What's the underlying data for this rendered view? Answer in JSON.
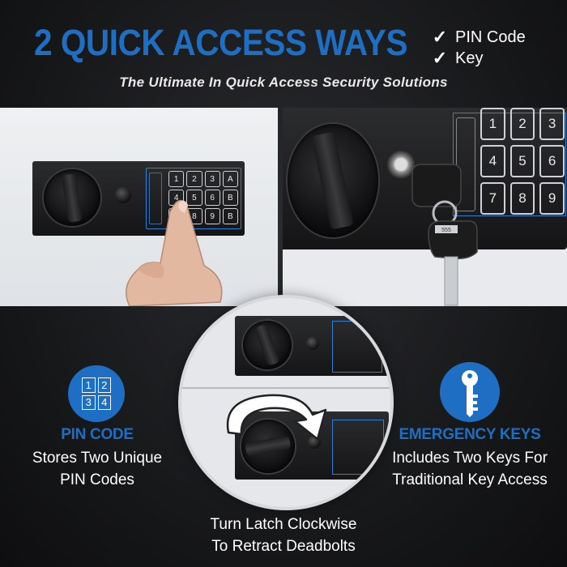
{
  "headline": "2 QUICK ACCESS WAYS",
  "checklist": [
    {
      "label": "PIN Code"
    },
    {
      "label": "Key"
    }
  ],
  "subtitle": "The Ultimate In Quick Access Security Solutions",
  "keypad_keys": [
    "1",
    "2",
    "3",
    "A",
    "4",
    "5",
    "6",
    "B",
    "7",
    "8",
    "9",
    "B"
  ],
  "right_keypad_keys": [
    "1",
    "2",
    "3",
    "4",
    "5",
    "6",
    "7",
    "8",
    "9"
  ],
  "key_tag_text": "555",
  "features": {
    "pin": {
      "title": "PIN CODE",
      "text_line1": "Stores Two Unique",
      "text_line2": "PIN Codes",
      "icon_digits": [
        "1",
        "2",
        "3",
        "4"
      ]
    },
    "keys": {
      "title": "EMERGENCY KEYS",
      "text_line1": "Includes Two Keys For",
      "text_line2": "Traditional Key Access"
    }
  },
  "caption": {
    "line1": "Turn Latch Clockwise",
    "line2": "To Retract Deadbolts"
  },
  "colors": {
    "accent_blue": "#1e6fc4",
    "background": "#1b1c1e",
    "text_white": "#ffffff"
  },
  "icons": [
    "check-icon",
    "pin-keypad-icon",
    "key-icon",
    "clockwise-arrow-icon"
  ]
}
